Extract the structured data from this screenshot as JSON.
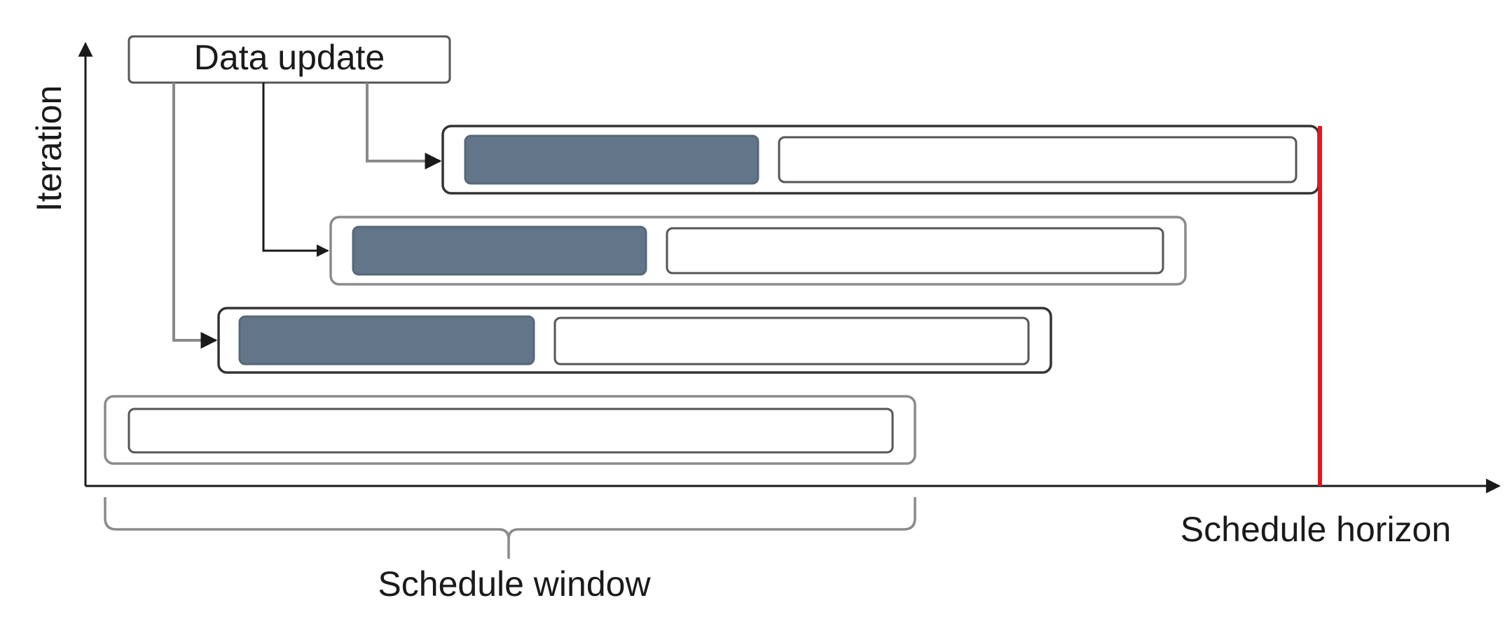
{
  "diagram": {
    "data_update_label": "Data update",
    "y_axis_label": "Iteration",
    "x_axis_end_label": "Schedule horizon",
    "window_label": "Schedule window",
    "colors": {
      "axis": "#1a1a1a",
      "frame_dark": "#333333",
      "frame_gray": "#8a8a8a",
      "executed_block": "#637689",
      "horizon_line": "#e8141e"
    }
  }
}
